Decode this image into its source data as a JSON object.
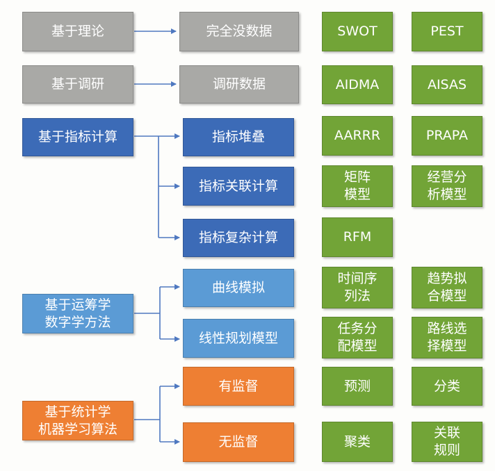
{
  "colors": {
    "gray": "#a9a9a6",
    "dark_blue": "#3c6bb7",
    "light_blue": "#5b9bd5",
    "orange": "#ee7f33",
    "green": "#72a437",
    "connector": "#4e78c0"
  },
  "categories": [
    {
      "label": "基于理论",
      "color": "gray",
      "children": [
        "完全没数据"
      ]
    },
    {
      "label": "基于调研",
      "color": "gray",
      "children": [
        "调研数据"
      ]
    },
    {
      "label": "基于指标计算",
      "color": "dark_blue",
      "children": [
        "指标堆叠",
        "指标关联计算",
        "指标复杂计算"
      ]
    },
    {
      "label": "基于运筹学\n数字学方法",
      "color": "light_blue",
      "children": [
        "曲线模拟",
        "线性规划模型"
      ]
    },
    {
      "label": "基于统计学\n机器学习算法",
      "color": "orange",
      "children": [
        "有监督",
        "无监督"
      ]
    }
  ],
  "models": [
    [
      "SWOT",
      "PEST"
    ],
    [
      "AIDMA",
      "AISAS"
    ],
    [
      "AARRR",
      "PRAPA"
    ],
    [
      "矩阵\n模型",
      "经营分\n析模型"
    ],
    [
      "RFM"
    ],
    [
      "时间序\n列法",
      "趋势拟\n合模型"
    ],
    [
      "任务分\n配模型",
      "路线选\n择模型"
    ],
    [
      "预测",
      "分类"
    ],
    [
      "聚类",
      "关联\n规则"
    ]
  ]
}
